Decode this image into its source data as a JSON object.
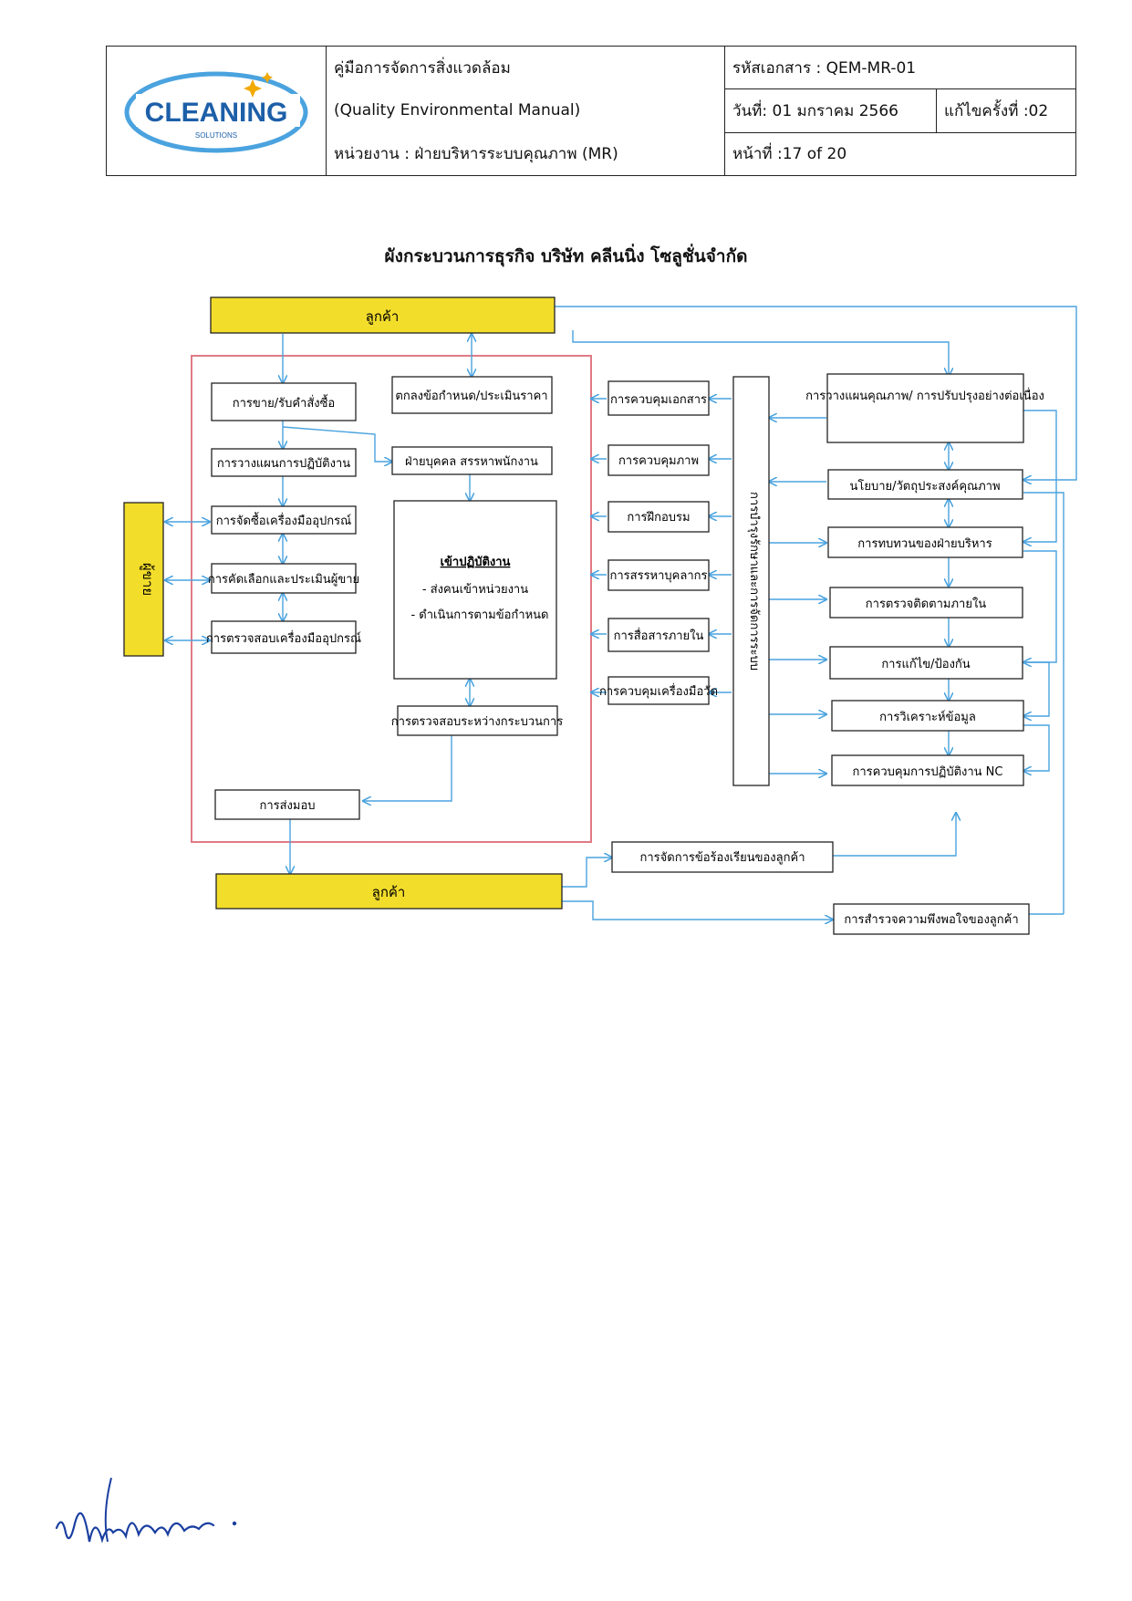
{
  "header": {
    "logo_text": "CLEANING",
    "logo_sub": "SOLUTIONS",
    "manual_title_th": "คู่มือการจัดการสิ่งแวดล้อม",
    "manual_title_en": "(Quality Environmental Manual)",
    "department": "หน่วยงาน : ฝ่ายบริหารระบบคุณภาพ (MR)",
    "doc_code": "รหัสเอกสาร : QEM-MR-01",
    "date": "วันที่: 01 มกราคม 2566",
    "revision": "แก้ไขครั้งที่ :02",
    "page": "หน้าที่ :17 of 20"
  },
  "title": "ผังกระบวนการธุรกิจ บริษัท คลีนนิ่ง โซลูชั่นจำกัด",
  "flow": {
    "customer_top": "ลูกค้า",
    "customer_bottom": "ลูกค้า",
    "supplier": "ผู้ขาย",
    "left_column": [
      "การขาย/รับคำสั่งซื้อ",
      "การวางแผนการปฏิบัติงาน",
      "การจัดซื้อเครื่องมืออุปกรณ์",
      "การคัดเลือกและประเมินผู้ขาย",
      "การตรวจสอบเครื่องมืออุปกรณ์"
    ],
    "agree_box": "ตกลงข้อกำหนด/ประเมินราคา",
    "hr_box": "ฝ่ายบุคคล สรรหาพนักงาน",
    "work_title": "เข้าปฏิบัติงาน",
    "work_items": [
      "- ส่งคนเข้าหน่วยงาน",
      "- ดำเนินการตามข้อกำหนด"
    ],
    "inspect_box": "การตรวจสอบระหว่างกระบวนการ",
    "delivery_box": "การส่งมอบ",
    "support_column": [
      "การควบคุมเอกสาร",
      "การควบคุมภาพ",
      "การฝึกอบรม",
      "การสรรหาบุคลากร",
      "การสื่อสารภายใน",
      "การควบคุมเครื่องมือวัด"
    ],
    "vertical_bar": "การบำรุงรักษาและการจัดการระบบ",
    "right_column": [
      "การวางแผนคุณภาพ/ การปรับปรุงอย่างต่อเนื่อง",
      "นโยบาย/วัตถุประสงค์คุณภาพ",
      "การทบทวนของฝ่ายบริหาร",
      "การตรวจติดตามภายใน",
      "การแก้ไข/ป้องกัน",
      "การวิเคราะห์ข้อมูล",
      "การควบคุมการปฏิบัติงาน NC"
    ],
    "complaint_box": "การจัดการข้อร้องเรียนของลูกค้า",
    "survey_box": "การสำรวจความพึงพอใจของลูกค้า"
  },
  "colors": {
    "arrow": "#4aa3df",
    "customer_fill": "#f3dd2b",
    "frame_red": "#e07a86",
    "logo_blue": "#1d5fa8"
  }
}
